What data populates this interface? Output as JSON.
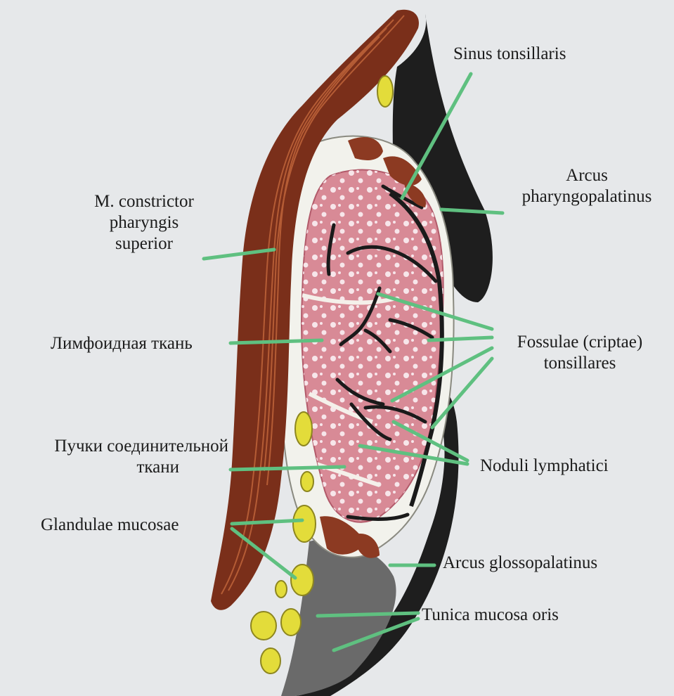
{
  "labels": {
    "sinus_tonsillaris": "Sinus tonsillaris",
    "arcus_pharyngopalatinus": [
      "Arcus",
      "pharyngopalatinus"
    ],
    "m_constrictor": [
      "M. constrictor",
      "pharyngis",
      "superior"
    ],
    "limfoidnaya_tkan": "Лимфоидная  ткань",
    "fossulae": [
      "Fossulae (criptae)",
      "tonsillares"
    ],
    "puchki": [
      "Пучки  соединительной",
      "ткани"
    ],
    "noduli_lymphatici": "Noduli lymphatici",
    "glandulae_mucosae": "Glandulae mucosae",
    "arcus_glossopalatinus": "Arcus glossopalatinus",
    "tunica_mucosa_oris": "Tunica mucosa oris"
  },
  "colors": {
    "background": "#e6e8ea",
    "muscle": "#7a2f1a",
    "muscle_stripe": "#c0653a",
    "lymphoid": "#d88a96",
    "nodule": "#f6e2e6",
    "gland": "#e3dc3a",
    "mucosa_dark": "#1e1e1e",
    "connective": "#f2f2ec",
    "arrow": "#5fc080"
  }
}
